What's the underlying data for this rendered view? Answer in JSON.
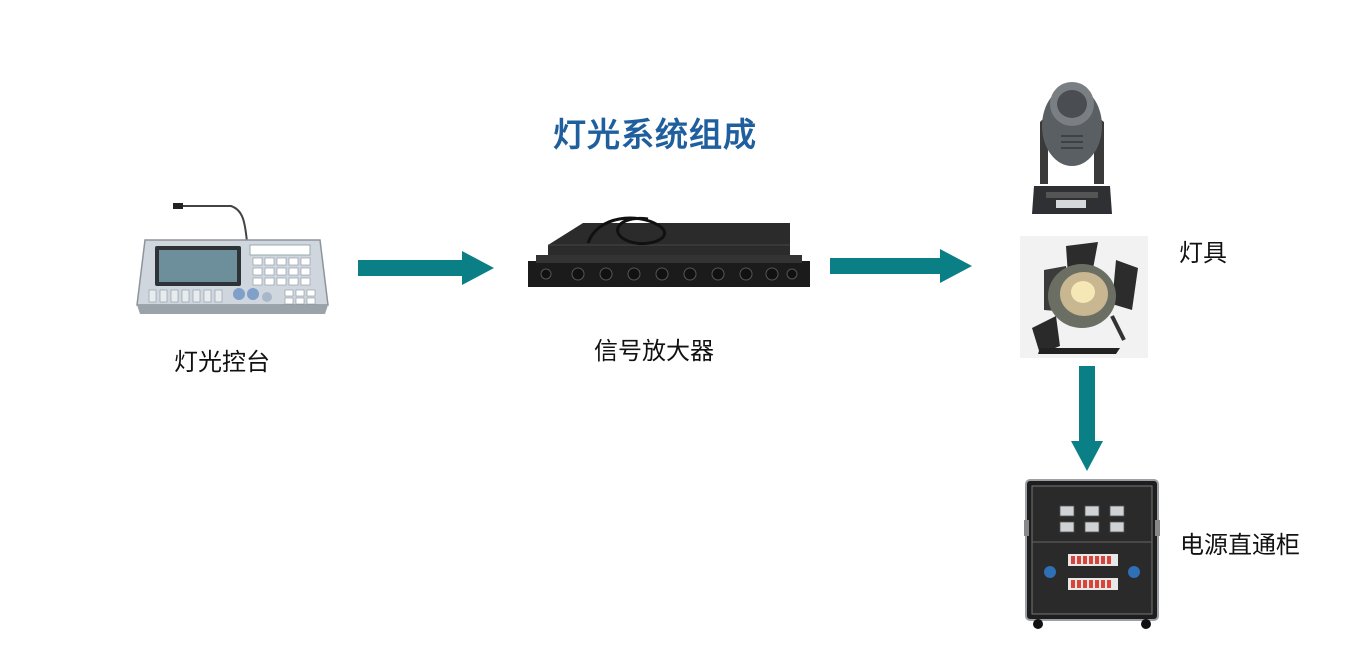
{
  "diagram": {
    "title": "灯光系统组成",
    "nodes": [
      {
        "id": "console",
        "label": "灯光控台",
        "icon": "lighting-console-icon"
      },
      {
        "id": "amplifier",
        "label": "信号放大器",
        "icon": "signal-amplifier-icon"
      },
      {
        "id": "fixtures",
        "label": "灯具",
        "icon": "moving-head-light-icon"
      },
      {
        "id": "power",
        "label": "电源直通柜",
        "icon": "power-cabinet-icon"
      }
    ],
    "edges": [
      {
        "from": "console",
        "to": "amplifier"
      },
      {
        "from": "amplifier",
        "to": "fixtures"
      },
      {
        "from": "fixtures",
        "to": "power"
      }
    ],
    "colors": {
      "title": "#1f5f9e",
      "arrow": "#0b7f86",
      "label": "#111111"
    }
  }
}
